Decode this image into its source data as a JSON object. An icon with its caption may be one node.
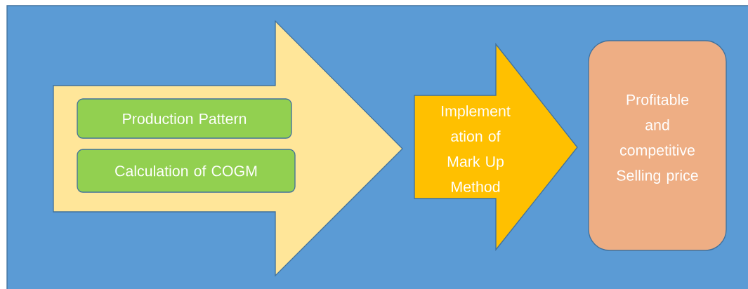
{
  "diagram": {
    "nodes": [
      {
        "text": [],
        "shape": "arrow"
      },
      {
        "text": [
          "Production Pattern"
        ],
        "in": 0
      },
      {
        "text": [
          "Calculation of COGM"
        ],
        "in": 0
      },
      {
        "text": [
          "Implement ation of Mark Up Method"
        ]
      },
      {
        "text": [
          "Profitable and competitive Selling price"
        ]
      }
    ]
  }
}
